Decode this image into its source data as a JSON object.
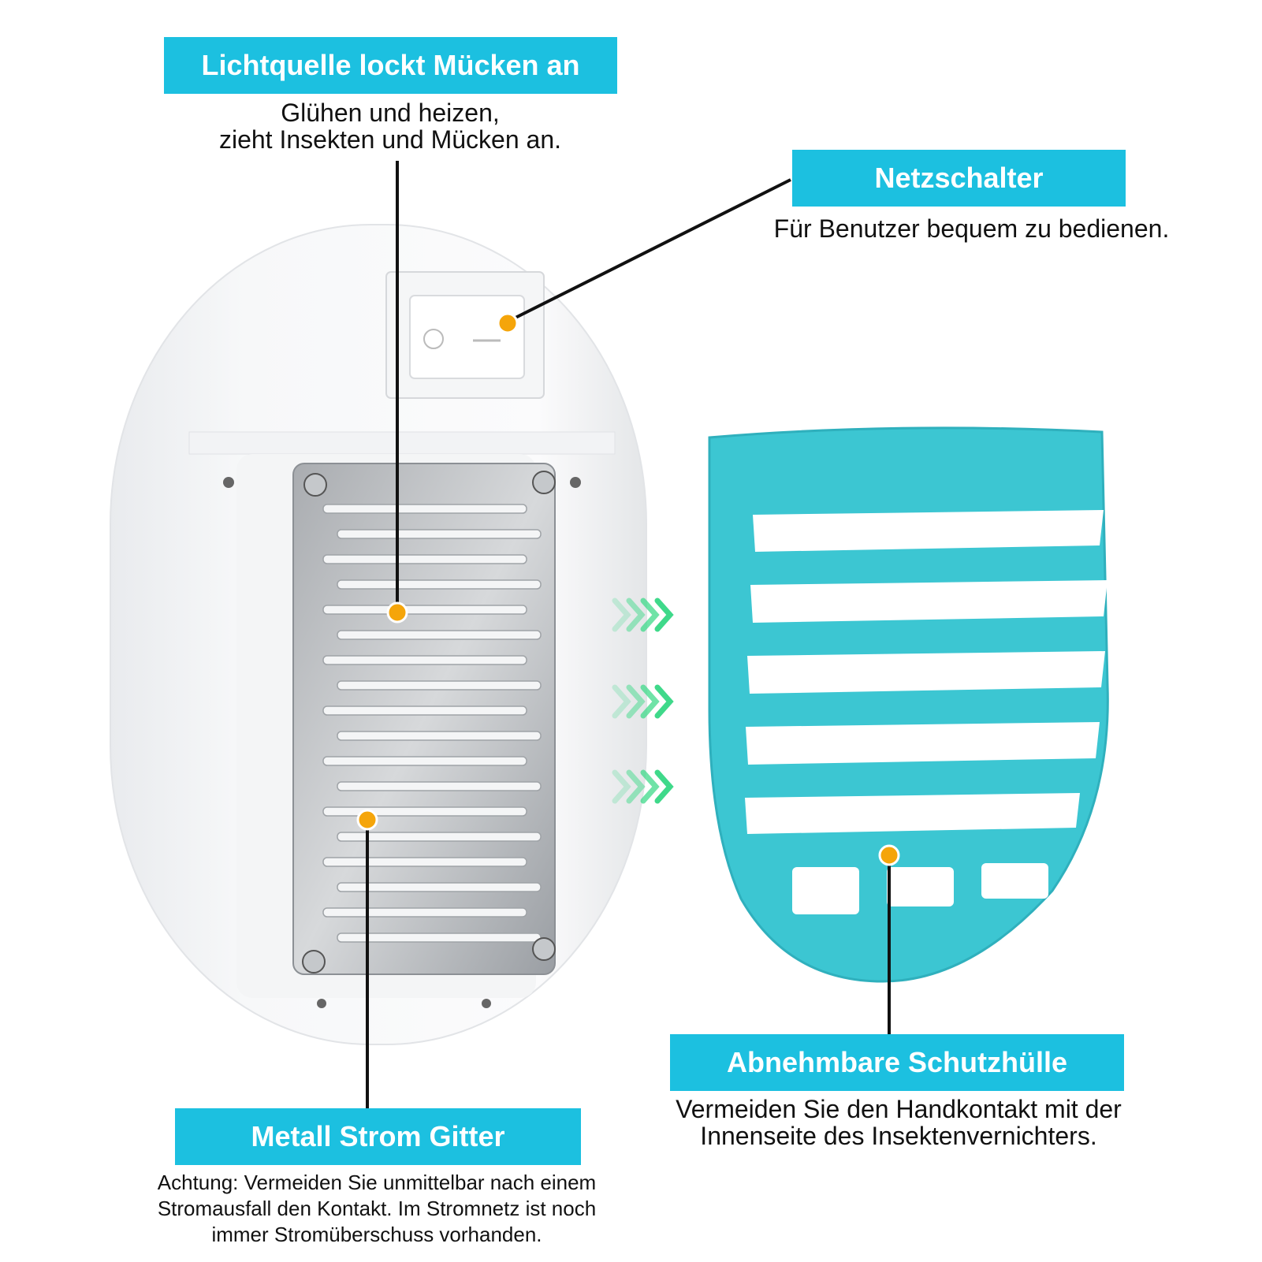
{
  "callouts": {
    "light_source": {
      "title": "Lichtquelle lockt Mücken an",
      "lines": [
        "Glühen und heizen,",
        "zieht Insekten und Mücken an."
      ]
    },
    "power_switch": {
      "title": "Netzschalter",
      "lines": [
        "Für Benutzer bequem zu bedienen."
      ]
    },
    "metal_grid": {
      "title": "Metall Strom Gitter",
      "lines": [
        "Achtung: Vermeiden Sie unmittelbar nach einem",
        "Stromausfall den Kontakt. Im Stromnetz ist noch",
        "immer Stromüberschuss vorhanden."
      ]
    },
    "cover": {
      "title": "Abnehmbare Schutzhülle",
      "lines": [
        "Vermeiden Sie den Handkontakt mit der",
        "Innenseite des Insektenvernichters."
      ]
    }
  },
  "colors": {
    "label_bg": "#1cc0e0",
    "marker": "#f5a50a",
    "cover": "#3cc6d2",
    "arrow": "#3fd98a"
  }
}
